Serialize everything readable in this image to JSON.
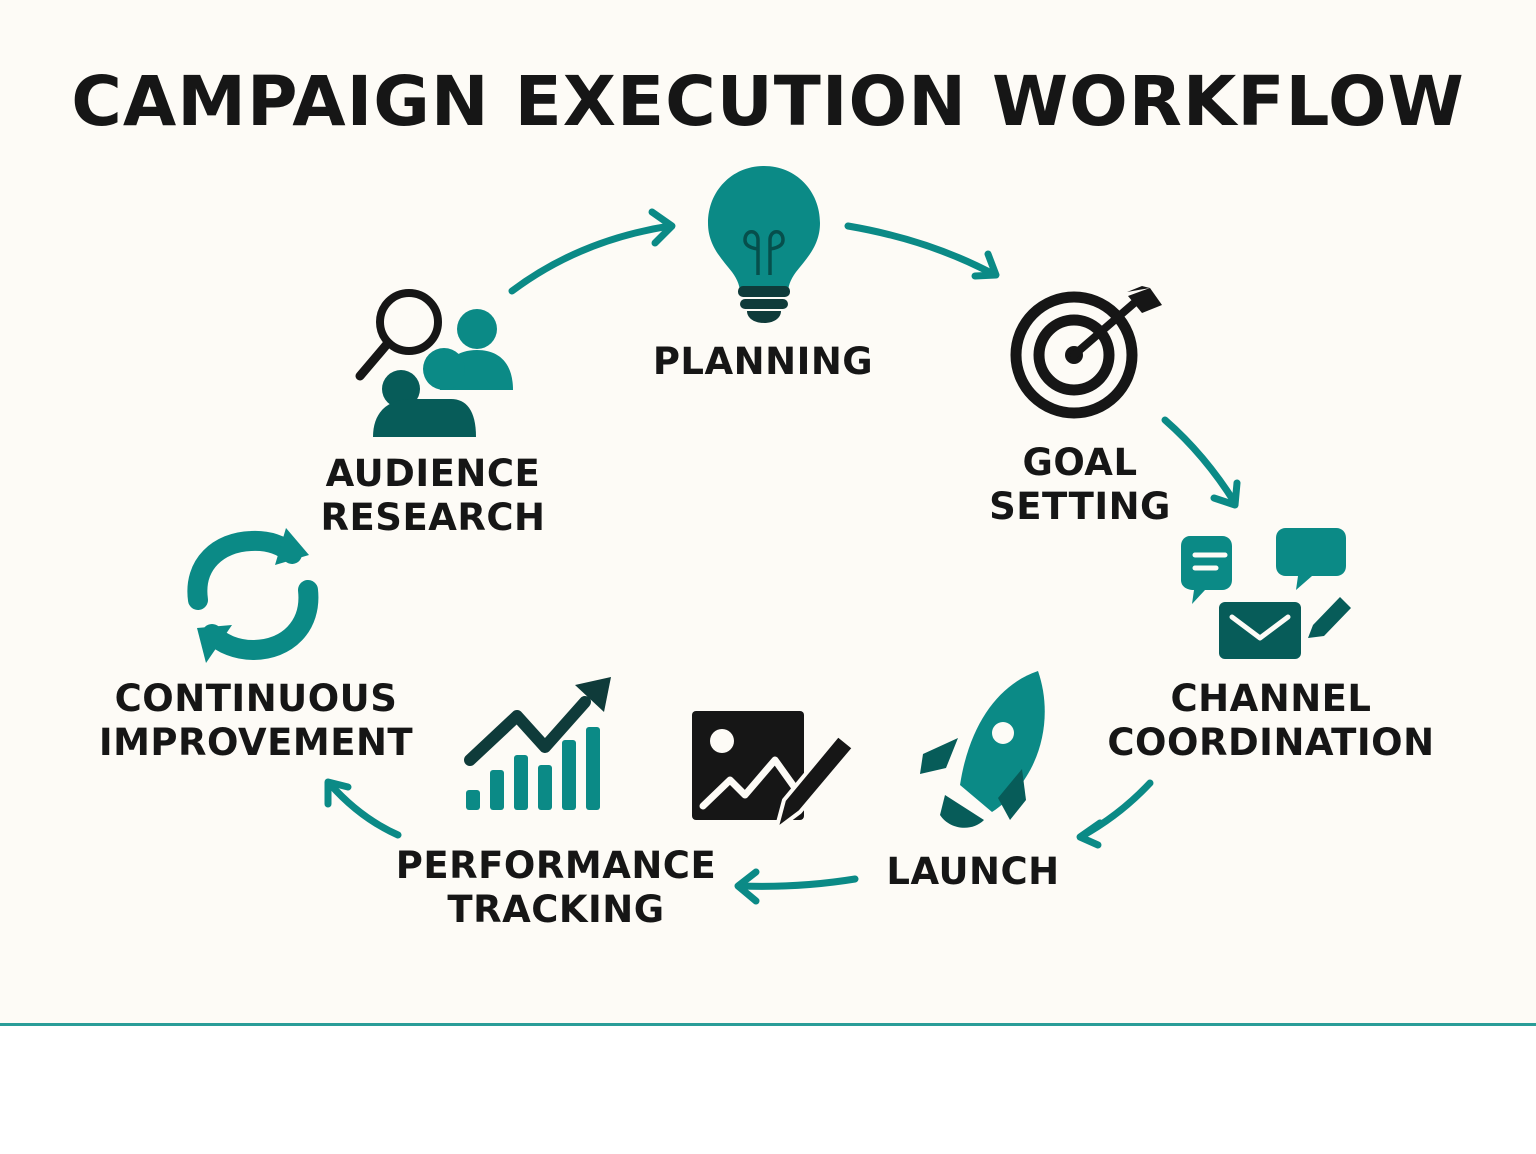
{
  "title": "CAMPAIGN EXECUTION WORKFLOW",
  "colors": {
    "teal": "#0b8a86",
    "teal_dark": "#075c59",
    "ink": "#161616",
    "background": "#fdfbf6",
    "divider": "#2a9d98"
  },
  "steps": [
    {
      "id": "planning",
      "lines": [
        "PLANNING"
      ],
      "icon": "lightbulb-icon"
    },
    {
      "id": "goal-setting",
      "lines": [
        "GOAL",
        "SETTING"
      ],
      "icon": "target-icon"
    },
    {
      "id": "channel-coordination",
      "lines": [
        "CHANNEL",
        "COORDINATION"
      ],
      "icon": "chat-email-icon"
    },
    {
      "id": "launch",
      "lines": [
        "LAUNCH"
      ],
      "icon": "rocket-icon"
    },
    {
      "id": "performance-tracking",
      "lines": [
        "PERFORMANCE",
        "TRACKING"
      ],
      "icon": "growth-chart-icon"
    },
    {
      "id": "continuous-improvement",
      "lines": [
        "CONTINUOUS",
        "IMPROVEMENT"
      ],
      "icon": "refresh-cycle-icon"
    },
    {
      "id": "audience-research",
      "lines": [
        "AUDIENCE",
        "RESEARCH"
      ],
      "icon": "audience-search-icon"
    }
  ],
  "extra_icons": [
    "image-edit-icon"
  ]
}
